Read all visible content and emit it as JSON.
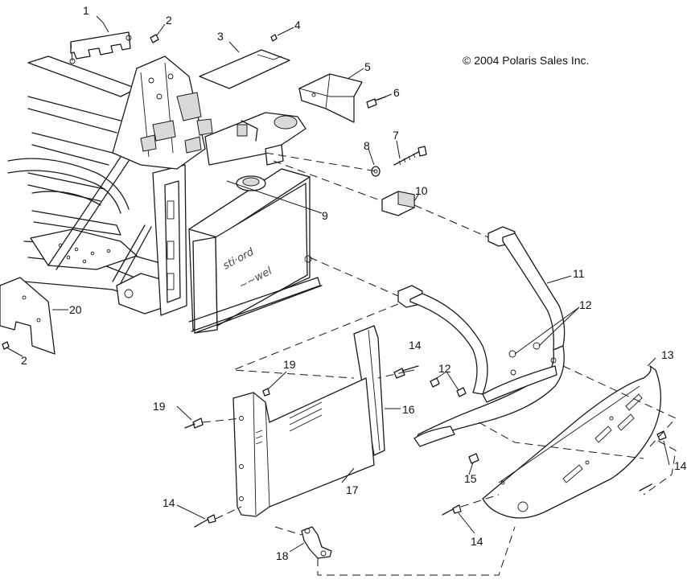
{
  "copyright": "© 2004 Polaris Sales Inc.",
  "callouts": {
    "c1": "1",
    "c2a": "2",
    "c2b": "2",
    "c3": "3",
    "c4": "4",
    "c5": "5",
    "c6": "6",
    "c7": "7",
    "c8": "8",
    "c9": "9",
    "c10": "10",
    "c11": "11",
    "c12a": "12",
    "c12b": "12",
    "c13": "13",
    "c14a": "14",
    "c14b": "14",
    "c14c": "14",
    "c14d": "14",
    "c15": "15",
    "c16": "16",
    "c17": "17",
    "c18": "18",
    "c19a": "19",
    "c19b": "19",
    "c20": "20"
  }
}
